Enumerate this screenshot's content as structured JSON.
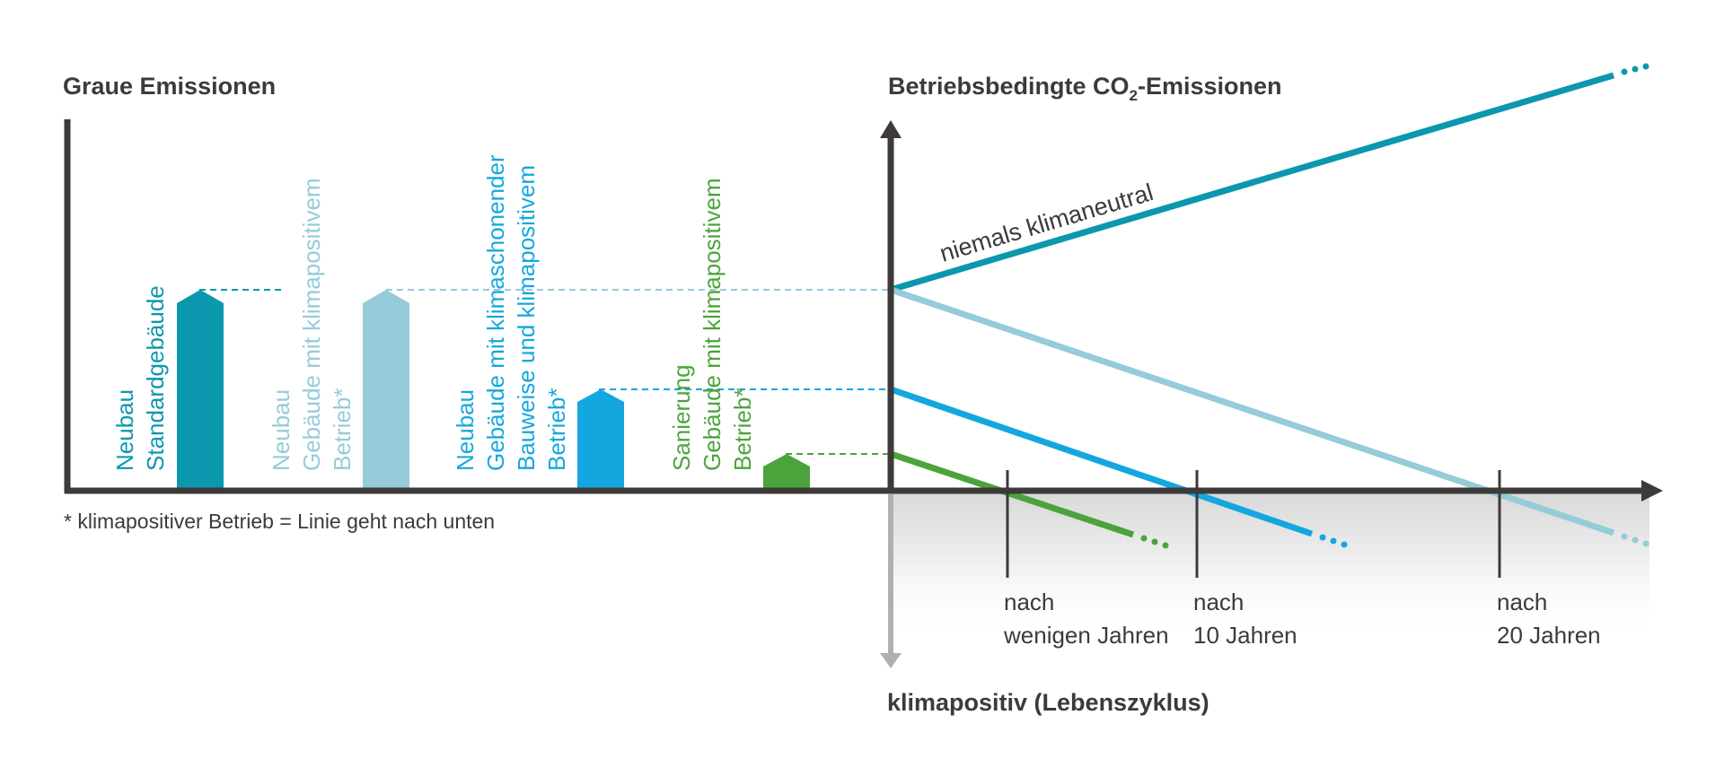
{
  "headings": {
    "grey": "Graue Emissionen",
    "operational_prefix": "Betriebsbedingte CO",
    "operational_sub": "2",
    "operational_suffix": "-Emissionen",
    "lifecycle": "klimapositiv (Lebenszyklus)"
  },
  "footnote": "* klimapositiver Betrieb = Linie geht nach unten",
  "annotation": "niemals klimaneutral",
  "buildings": [
    {
      "line1": "Neubau",
      "line2": "Standardgebäude",
      "line3": "",
      "line4": "",
      "color": "#0b97ad",
      "embodied": 0.66
    },
    {
      "line1": "Neubau",
      "line2": "Gebäude mit klimapositivem",
      "line3": "Betrieb*",
      "line4": "",
      "color": "#96cbd9",
      "embodied": 0.66
    },
    {
      "line1": "Neubau",
      "line2": "Gebäude mit klimaschonender",
      "line3": "Bauweise und klimapositivem",
      "line4": "Betrieb*",
      "color": "#14a7df",
      "embodied": 0.33
    },
    {
      "line1": "Sanierung",
      "line2": "Gebäude mit klimapositivem",
      "line3": "Betrieb*",
      "line4": "",
      "color": "#4aa43b",
      "embodied": 0.11
    }
  ],
  "milestones": [
    {
      "line1": "nach",
      "line2": "wenigen Jahren"
    },
    {
      "line1": "nach",
      "line2": "10 Jahren"
    },
    {
      "line1": "nach",
      "line2": "20 Jahren"
    }
  ],
  "colors": {
    "axis": "#3d3a39",
    "down_arrow": "#b0b0b0",
    "gradient_top": "#dcdcdc",
    "gradient_bottom": "#ffffff"
  }
}
